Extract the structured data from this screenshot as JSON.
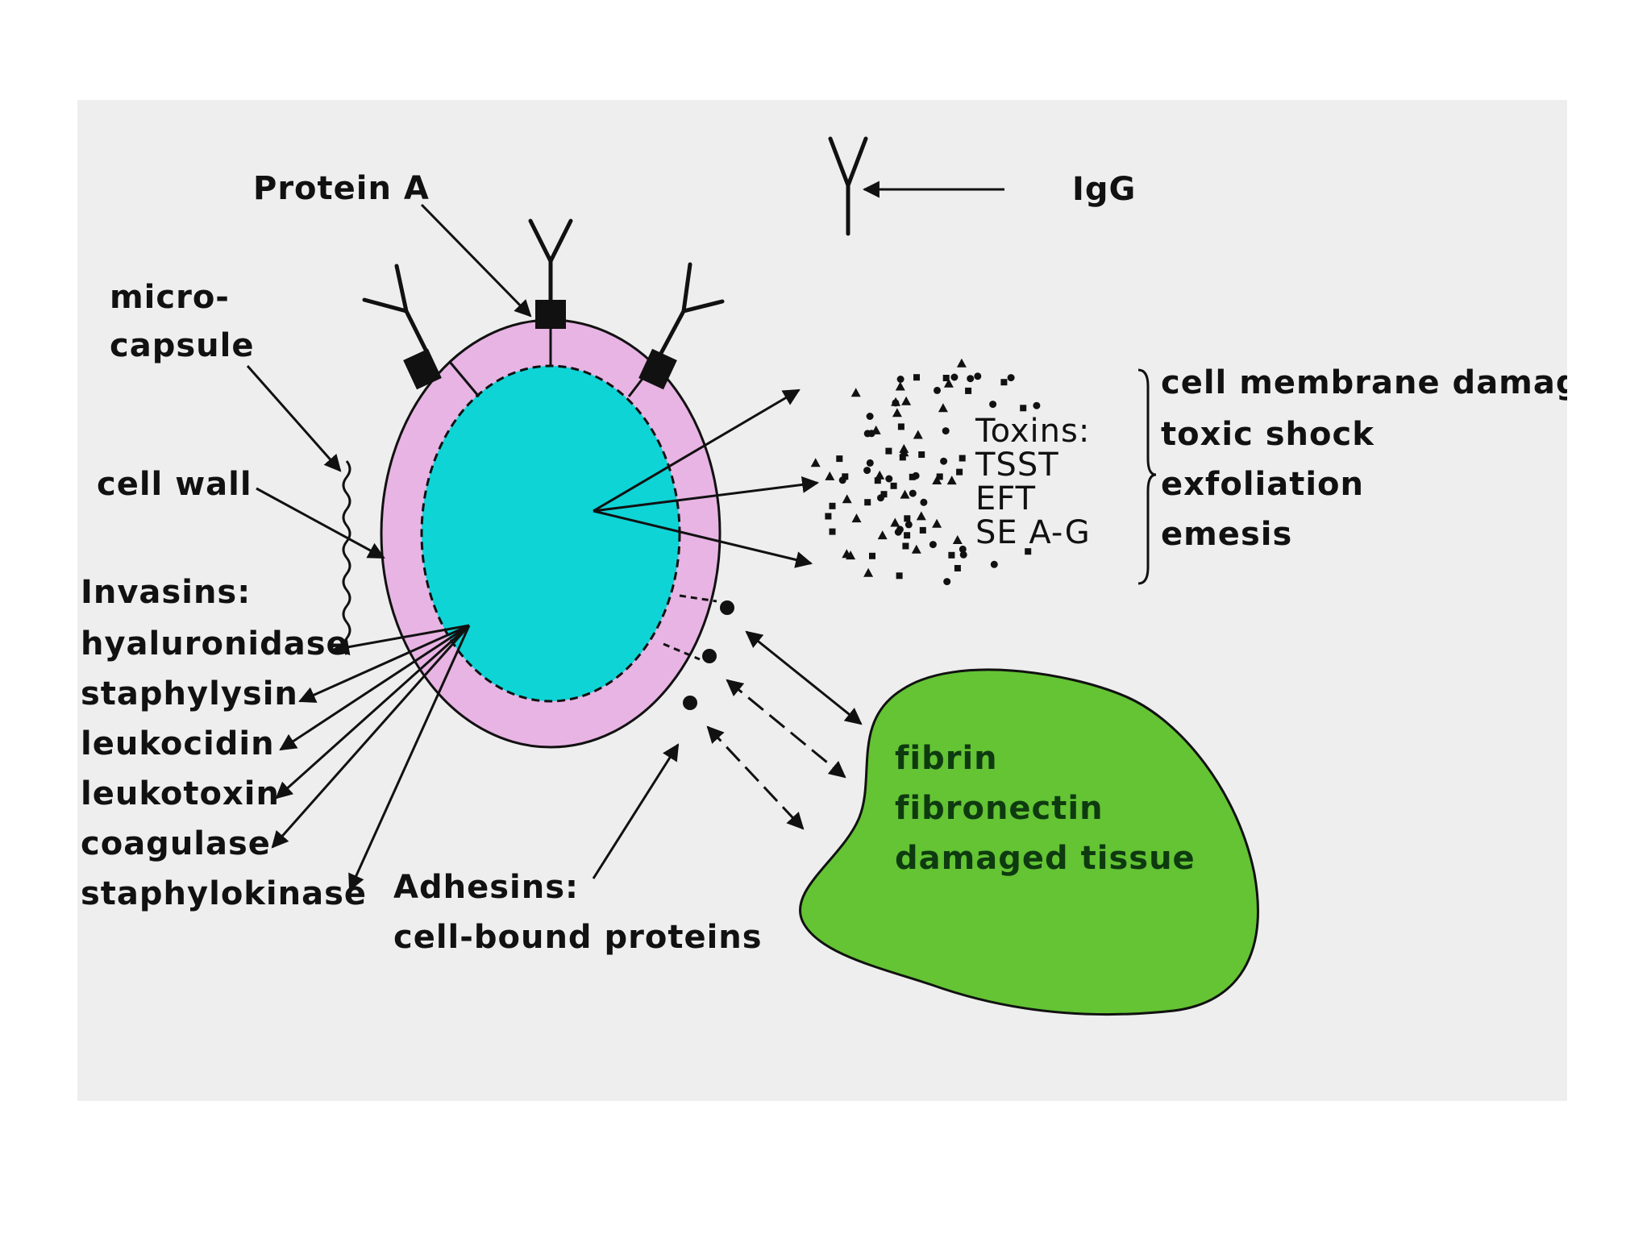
{
  "colors": {
    "panel_bg": "#eeeeee",
    "cell_wall": "#e8b4e4",
    "cytoplasm": "#0fd4d6",
    "tissue": "#64c434",
    "ink": "#111111"
  },
  "labels": {
    "protein_a": "Protein A",
    "igg": "IgG",
    "micro": "micro-",
    "capsule": "capsule",
    "cell_wall": "cell wall",
    "invasins_header": "Invasins:",
    "invasins": [
      "hyaluronidase",
      "staphylysin",
      "leukocidin",
      "leukotoxin",
      "coagulase",
      "staphylokinase"
    ],
    "adhesins_header": "Adhesins:",
    "adhesins_sub": "cell-bound proteins",
    "toxins": [
      "Toxins:",
      "TSST",
      "EFT",
      "SE A-G"
    ],
    "effects": [
      "cell membrane damage",
      "toxic shock",
      "exfoliation",
      "emesis"
    ],
    "targets": [
      "fibrin",
      "fibronectin",
      "damaged tissue"
    ]
  },
  "icons": [
    "igg-antibody-icon",
    "protein-a-block-icon",
    "toxin-particle-icon"
  ]
}
